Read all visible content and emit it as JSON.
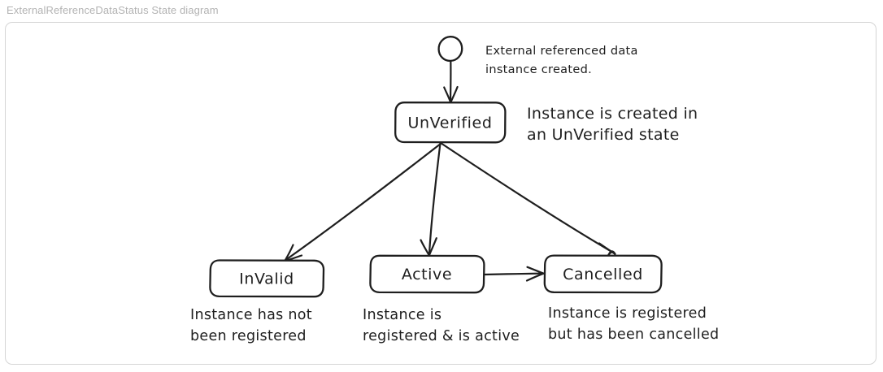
{
  "title": "ExternalReferenceDataStatus State diagram",
  "diagram": {
    "type": "state-diagram",
    "start_node": {
      "name": "start",
      "shape": "circle",
      "annotation_line1": "External referenced data",
      "annotation_line2": "instance created."
    },
    "states": [
      {
        "id": "unverified",
        "label": "UnVerified",
        "annotation_line1": "Instance is created in",
        "annotation_line2": "an UnVerified state"
      },
      {
        "id": "invalid",
        "label": "InValid",
        "annotation_line1": "Instance has not",
        "annotation_line2": "been registered"
      },
      {
        "id": "active",
        "label": "Active",
        "annotation_line1": "Instance is",
        "annotation_line2": "registered & is active"
      },
      {
        "id": "cancelled",
        "label": "Cancelled",
        "annotation_line1": "Instance is registered",
        "annotation_line2": "but has been cancelled"
      }
    ],
    "transitions": [
      {
        "from": "start",
        "to": "unverified"
      },
      {
        "from": "unverified",
        "to": "invalid"
      },
      {
        "from": "unverified",
        "to": "active"
      },
      {
        "from": "unverified",
        "to": "cancelled"
      },
      {
        "from": "active",
        "to": "cancelled"
      }
    ],
    "colors": {
      "stroke": "#1e1e1e",
      "frame_border": "#d5d5d5",
      "title_text": "#b3b3b3",
      "background": "#ffffff"
    }
  }
}
